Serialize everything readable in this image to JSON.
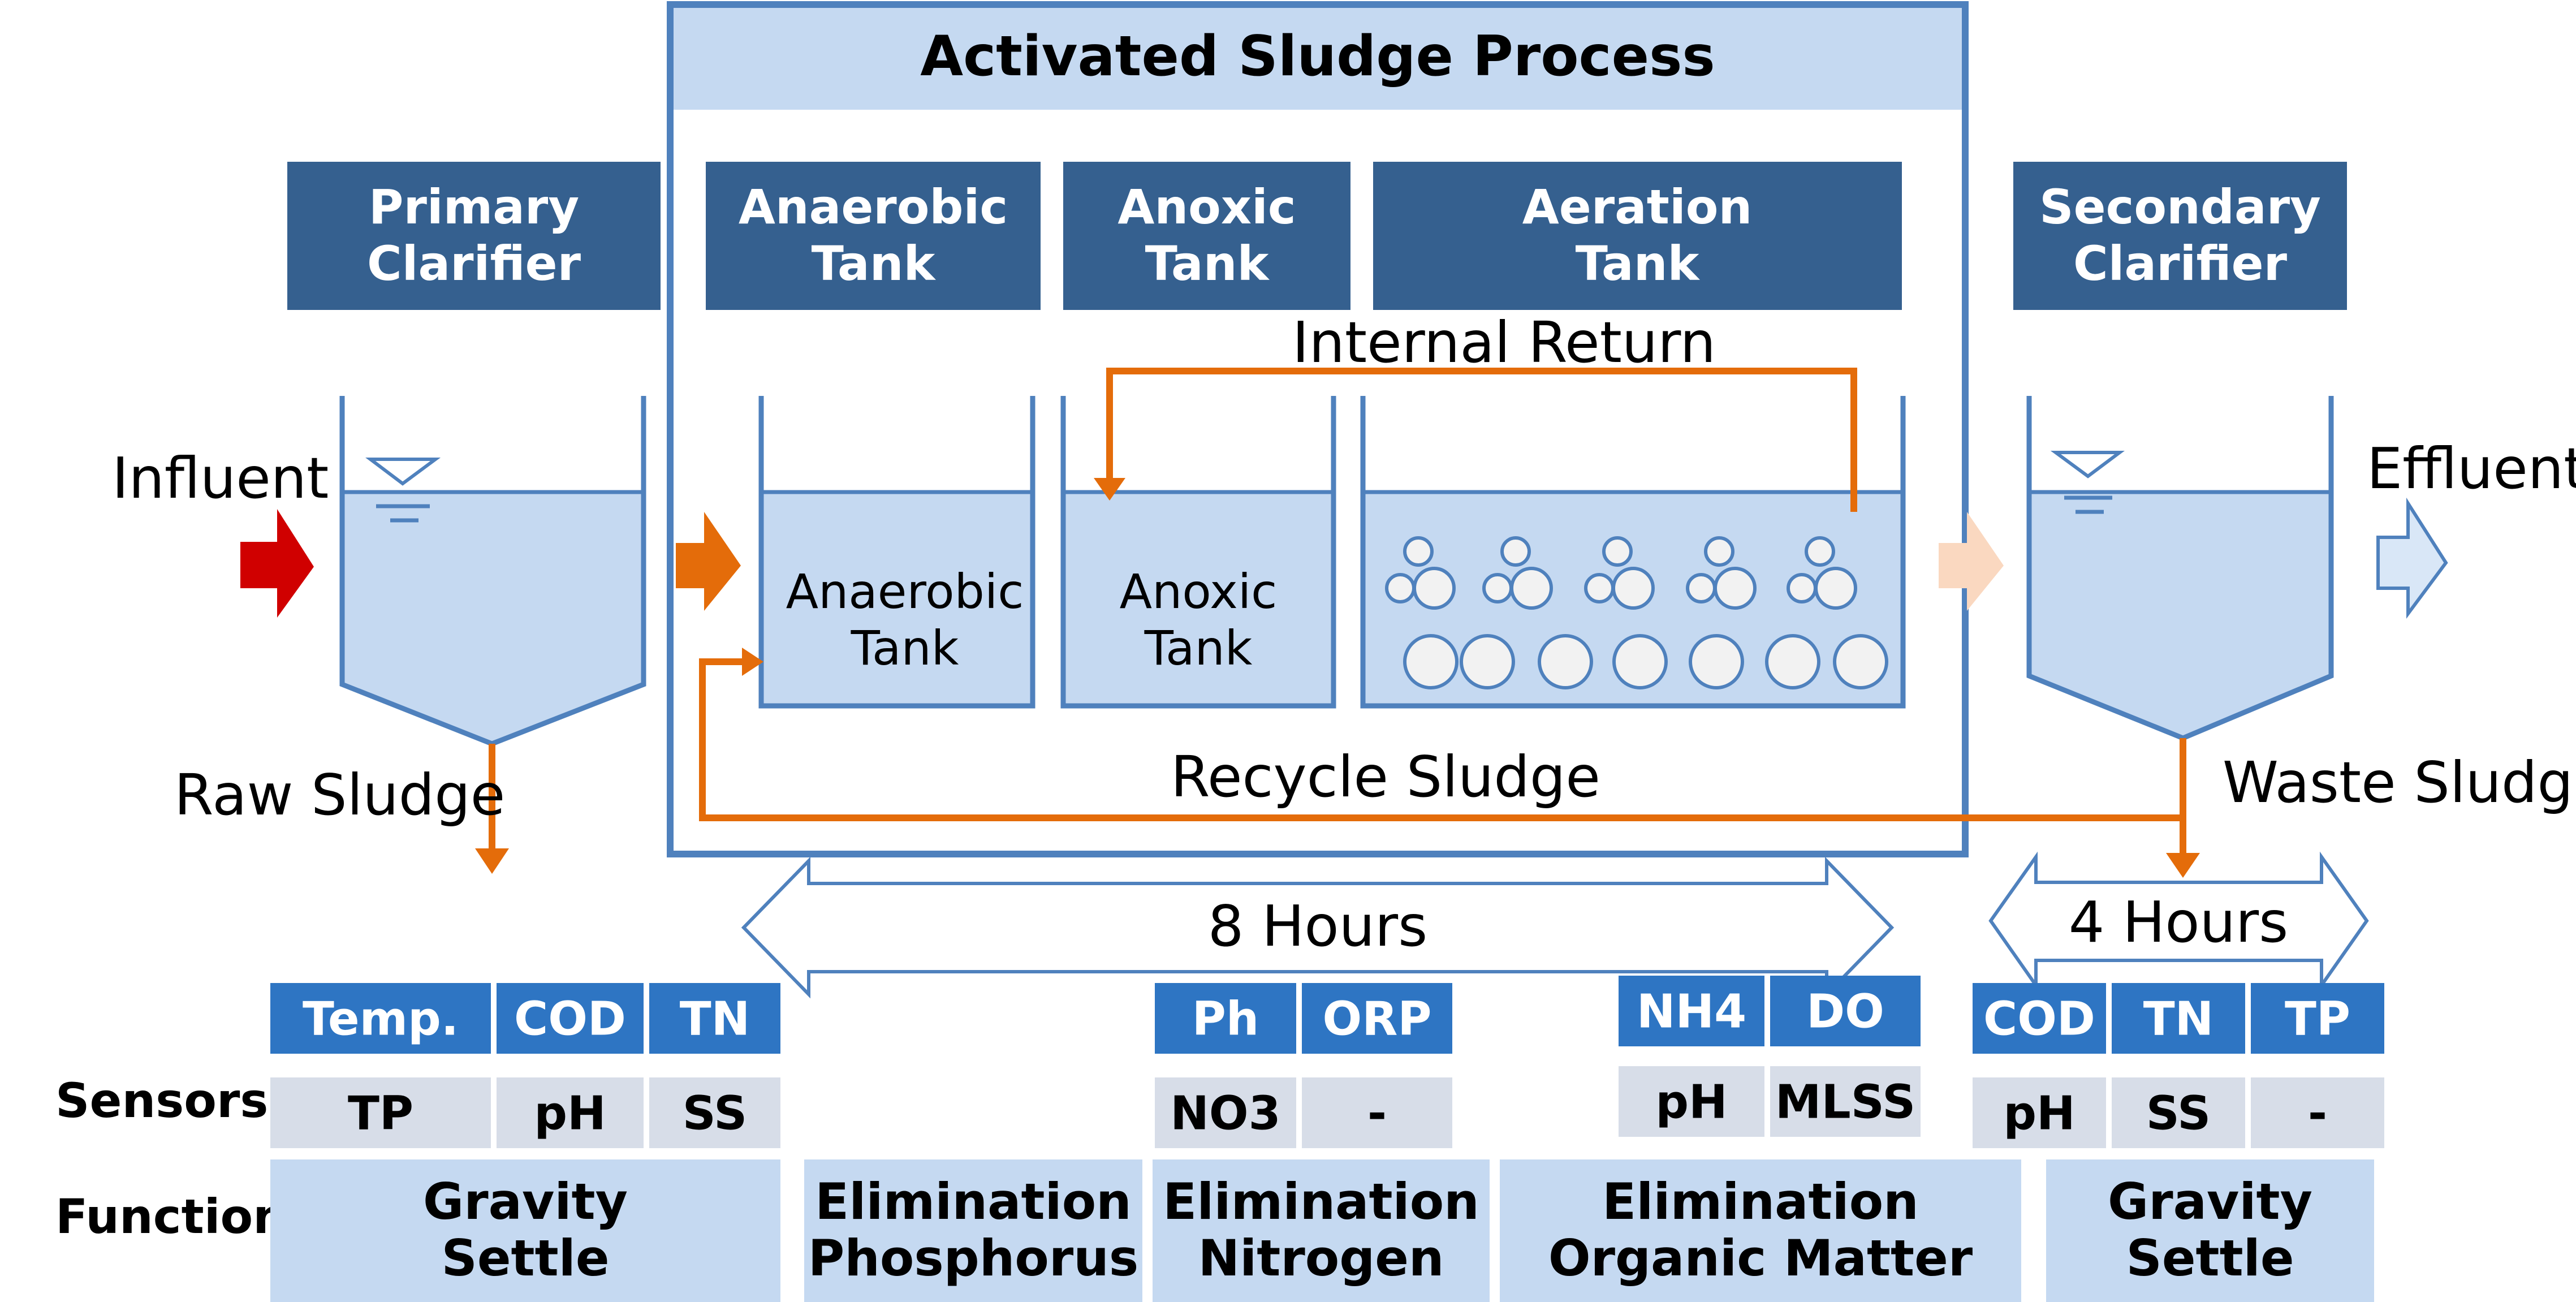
{
  "title": "Activated Sludge Process",
  "stages": {
    "primary": [
      "Primary",
      "Clarifier"
    ],
    "anaerobic": [
      "Anaerobic",
      "Tank"
    ],
    "anoxic": [
      "Anoxic",
      "Tank"
    ],
    "aeration": [
      "Aeration",
      "Tank"
    ],
    "secondary": [
      "Secondary",
      "Clarifier"
    ]
  },
  "tank_labels": {
    "anaerobic": [
      "Anaerobic",
      "Tank"
    ],
    "anoxic": [
      "Anoxic",
      "Tank"
    ]
  },
  "flows": {
    "influent": "Influent",
    "effluent": "Effluent",
    "raw_sludge": "Raw Sludge",
    "waste_sludge": "Waste Sludge",
    "internal_return": "Internal Return",
    "recycle_sludge": "Recycle Sludge"
  },
  "durations": {
    "activated": "8 Hours",
    "secondary": "4 Hours"
  },
  "row_labels": {
    "sensors": "Sensors",
    "function": "Function"
  },
  "sensors": {
    "primary": {
      "top": [
        "Temp.",
        "COD",
        "TN"
      ],
      "bottom": [
        "TP",
        "pH",
        "SS"
      ]
    },
    "anoxic": {
      "top": [
        "Ph",
        "ORP"
      ],
      "bottom": [
        "NO3",
        "-"
      ]
    },
    "aeration": {
      "top": [
        "NH4",
        "DO"
      ],
      "bottom": [
        "pH",
        "MLSS"
      ]
    },
    "secondary": {
      "top": [
        "COD",
        "TN",
        "TP"
      ],
      "bottom": [
        "pH",
        "SS",
        "-"
      ]
    }
  },
  "functions": {
    "primary": [
      "Gravity",
      "Settle"
    ],
    "phosphorus": [
      "Elimination",
      "Phosphorus"
    ],
    "nitrogen": [
      "Elimination",
      "Nitrogen"
    ],
    "organic": [
      "Elimination",
      "Organic Matter"
    ],
    "secondary": [
      "Gravity",
      "Settle"
    ]
  },
  "colors": {
    "header_dark": "#35608F",
    "panel_light": "#C5D9F1",
    "sensor_blue": "#2E75C3",
    "sensor_gray": "#D7DDE8",
    "accent_orange": "#E46C0A",
    "influent_red": "#D00000",
    "outline_blue": "#4F81BD"
  }
}
